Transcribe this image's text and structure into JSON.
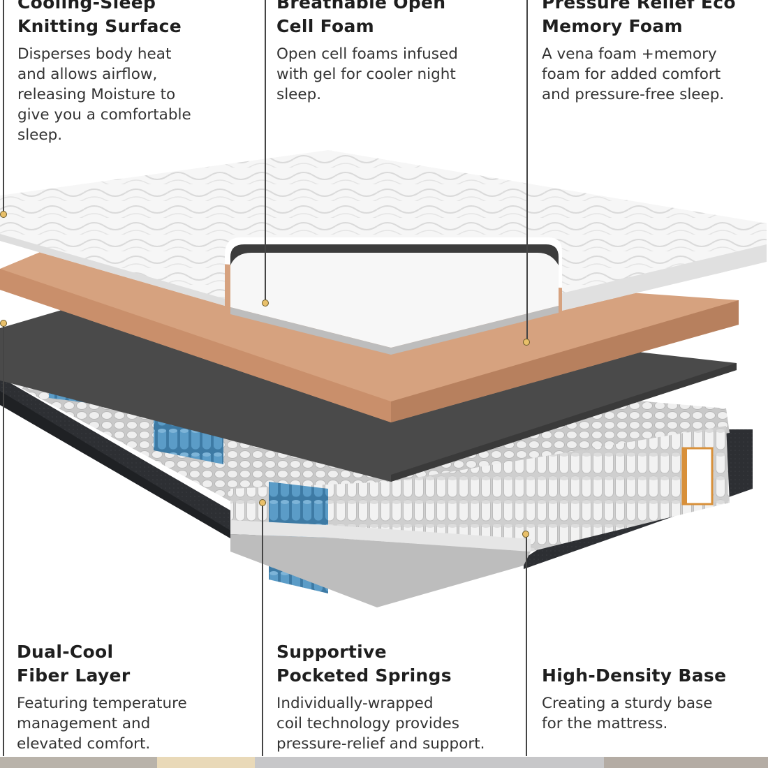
{
  "features": {
    "top_left": {
      "title_line1": "Cooling-Sleep",
      "title_line2": "Knitting Surface",
      "description": [
        "Disperses body heat",
        "and allows airflow,",
        "releasing Moisture to",
        "give you a comfortable",
        "sleep."
      ]
    },
    "top_middle": {
      "title_line1": "Breathable Open",
      "title_line2": "Cell Foam",
      "description": [
        "Open cell foams infused",
        "with gel for cooler night",
        "sleep."
      ]
    },
    "top_right": {
      "title_line1": "Pressure Relief Eco",
      "title_line2": "Memory Foam",
      "description": [
        "A vena foam +memory",
        "foam for added comfort",
        "and pressure-free sleep."
      ]
    },
    "bottom_left": {
      "title_line1": "Dual-Cool",
      "title_line2": "Fiber Layer",
      "description": [
        "Featuring temperature",
        "management and",
        "elevated comfort."
      ]
    },
    "bottom_middle": {
      "title_line1": "Supportive",
      "title_line2": "Pocketed Springs",
      "description": [
        "Individually-wrapped",
        "coil technology provides",
        "pressure-relief and support."
      ]
    },
    "bottom_right": {
      "title_line1": "High-Density Base",
      "description": [
        "Creating a sturdy base",
        "for the mattress."
      ]
    }
  },
  "colors": {
    "knit_top": "#f4f4f4",
    "foam_tan": "#d6a27f",
    "fiber_dark": "#4a4a4a",
    "base_fabric": "#2d2f33",
    "spring_blue": "#5b9cc7",
    "spring_white": "#eeeeee",
    "dot_fill": "#e9c06a"
  }
}
